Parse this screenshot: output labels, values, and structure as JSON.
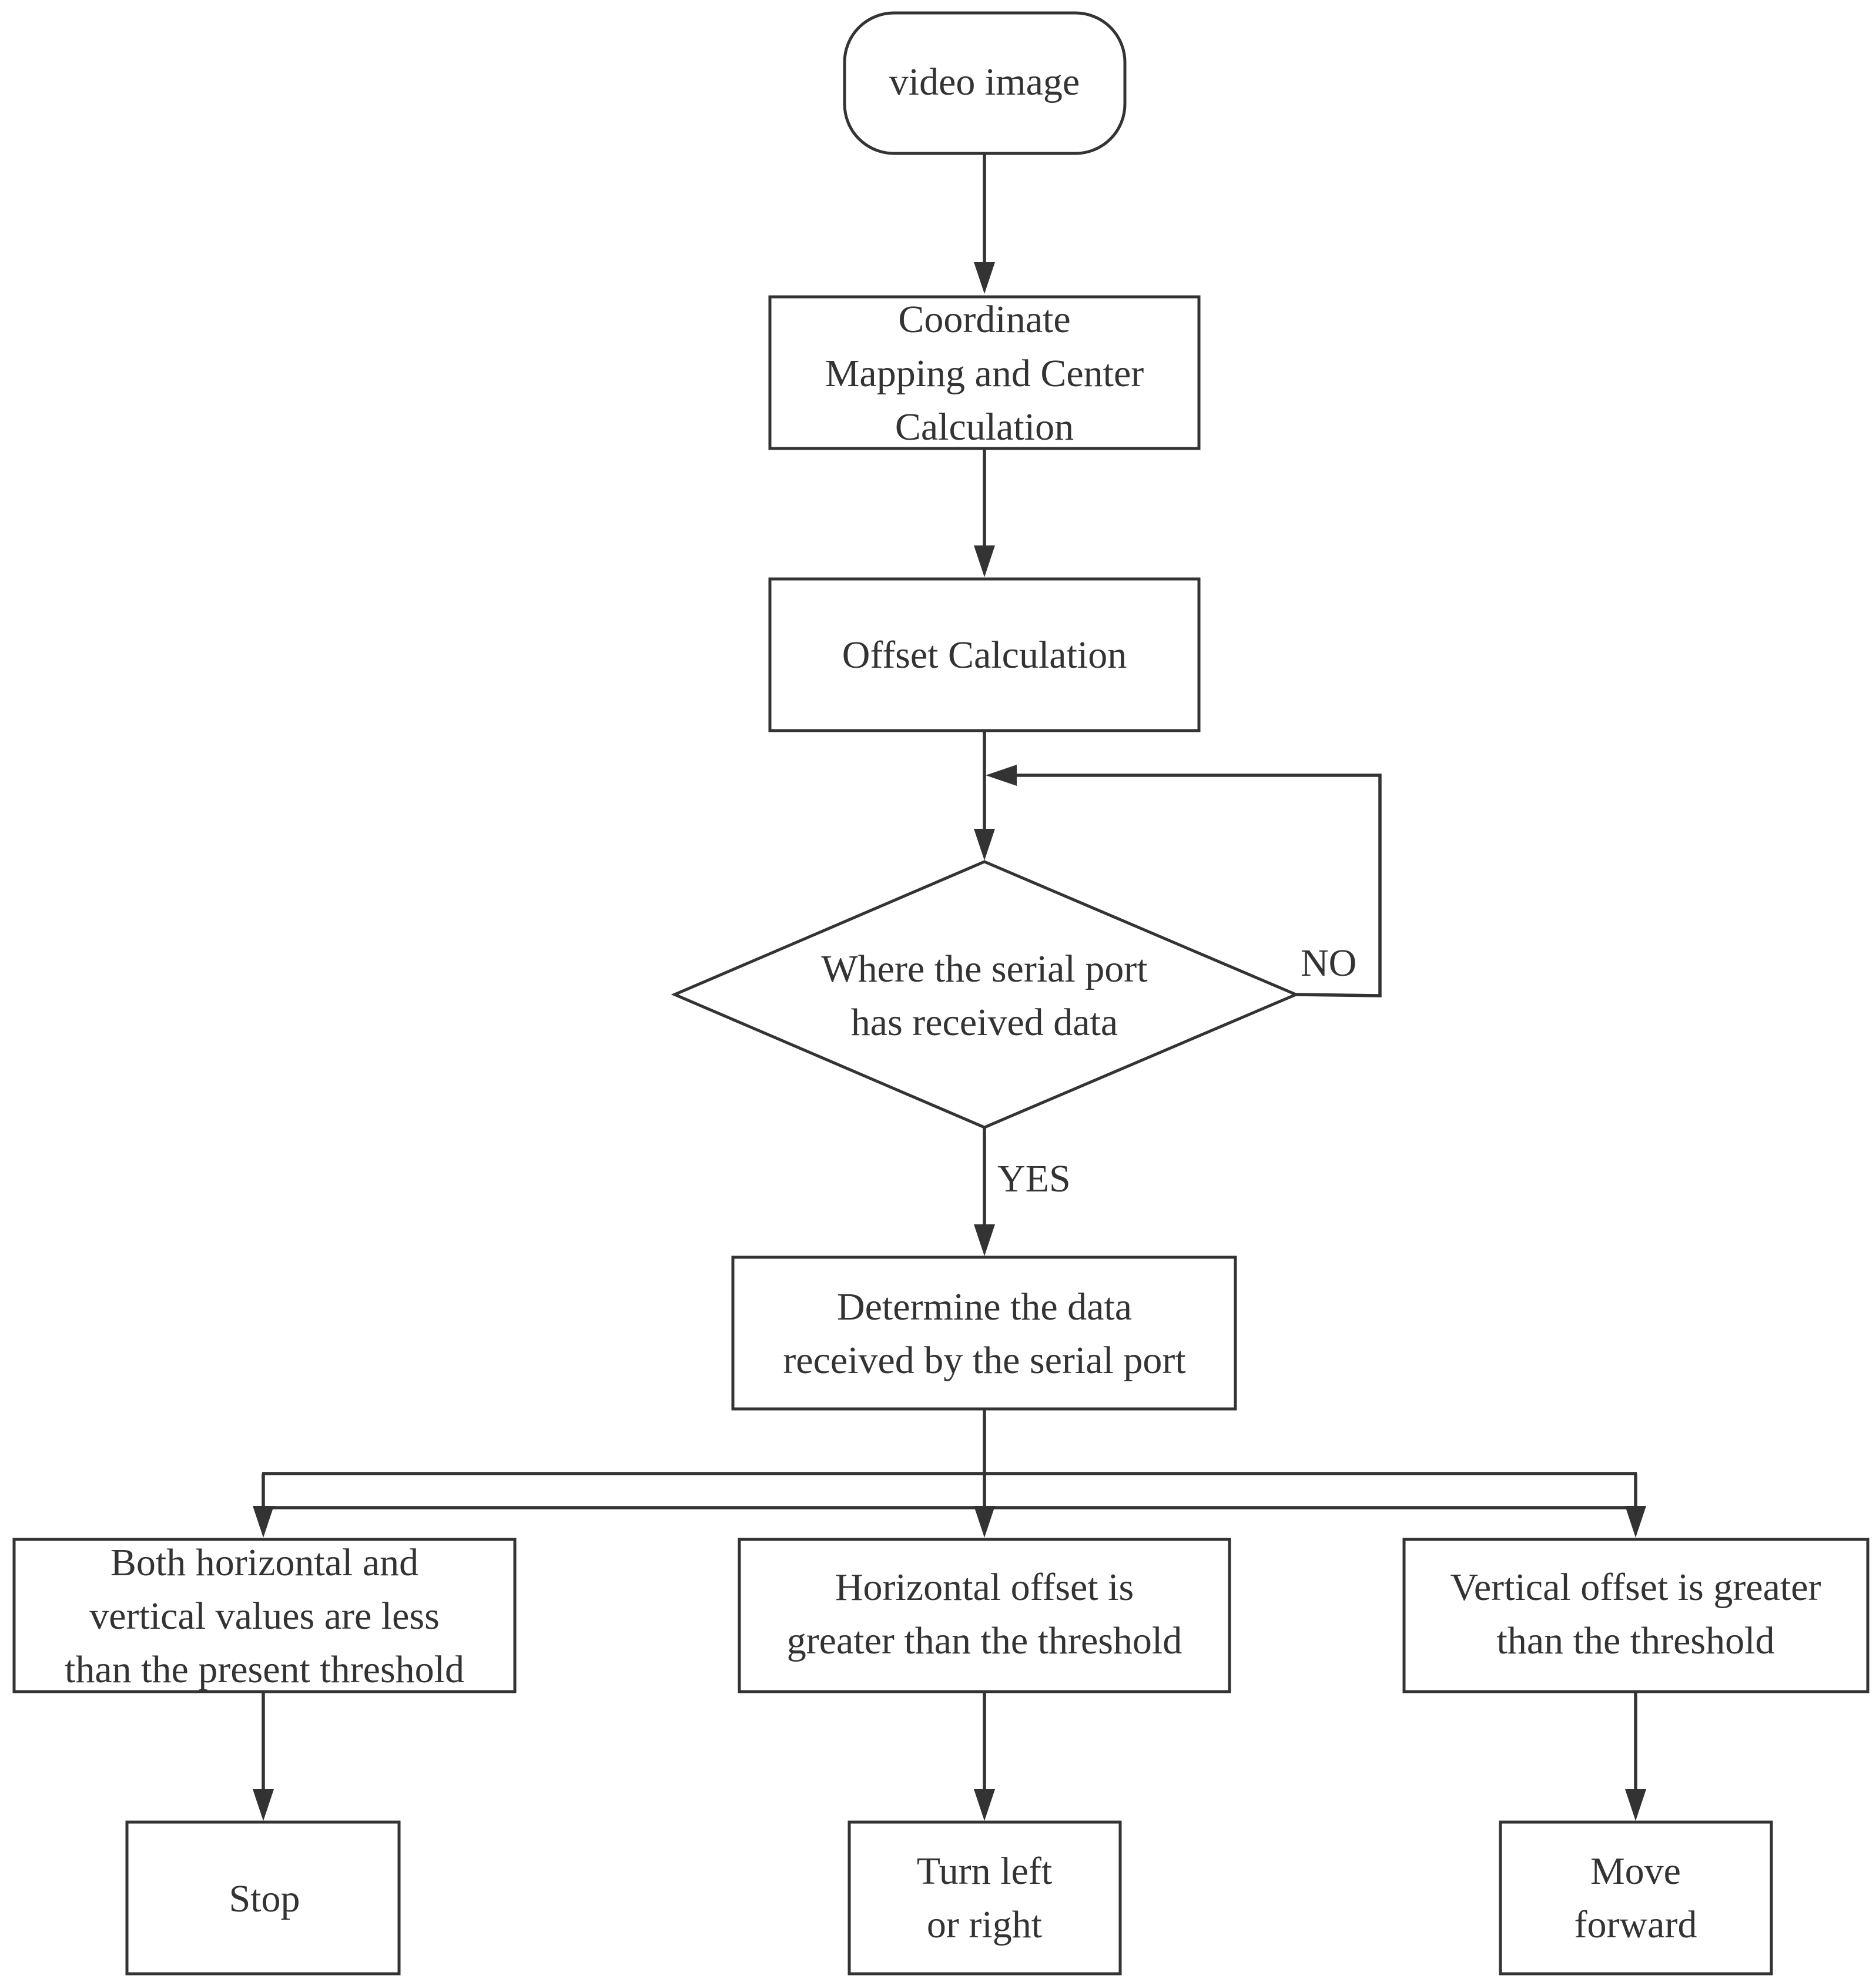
{
  "nodes": {
    "start": {
      "lines": [
        "video image"
      ]
    },
    "coord": {
      "lines": [
        "Coordinate",
        "Mapping and Center",
        "Calculation"
      ]
    },
    "offset": {
      "lines": [
        "Offset Calculation"
      ]
    },
    "decision": {
      "lines": [
        "Where the serial port",
        "has received data"
      ]
    },
    "determine": {
      "lines": [
        "Determine the data",
        "received by the serial port"
      ]
    },
    "both": {
      "lines": [
        "Both horizontal and",
        "vertical values are less",
        "than the present threshold"
      ]
    },
    "horizontal": {
      "lines": [
        "Horizontal offset is",
        "greater than the threshold"
      ]
    },
    "vertical": {
      "lines": [
        "Vertical offset is greater",
        "than the threshold"
      ]
    },
    "stop": {
      "lines": [
        "Stop"
      ]
    },
    "turn": {
      "lines": [
        "Turn left",
        "or right"
      ]
    },
    "move": {
      "lines": [
        "Move",
        "forward"
      ]
    }
  },
  "edges": {
    "no_label": "NO",
    "yes_label": "YES"
  }
}
